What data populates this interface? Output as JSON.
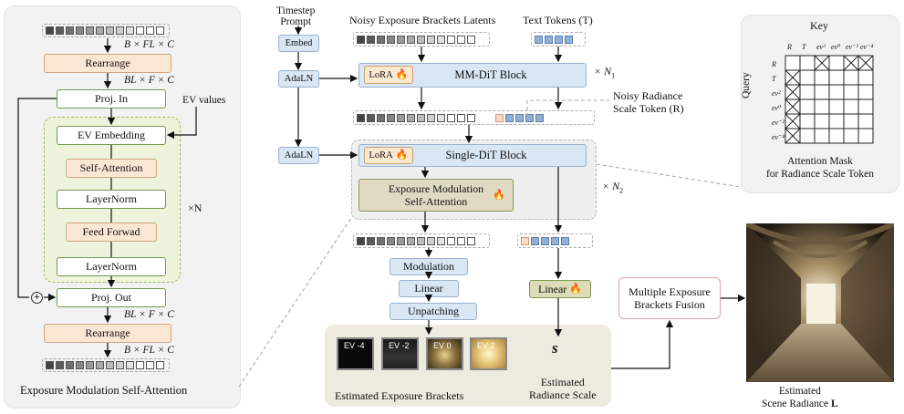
{
  "left_panel": {
    "dim_top": "B × FL × C",
    "rearrange_top": "Rearrange",
    "dim_mid1": "BL × F × C",
    "proj_in": "Proj. In",
    "ev_values": "EV values",
    "ev_embedding": "EV Embedding",
    "self_attention": "Self-Attention",
    "layernorm1": "LayerNorm",
    "repeat": "×N",
    "feed_forward": "Feed Forwad",
    "layernorm2": "LayerNorm",
    "plus": "+",
    "proj_out": "Proj. Out",
    "dim_mid2": "BL × F × C",
    "rearrange_bottom": "Rearrange",
    "dim_bottom": "B × FL × C",
    "caption": "Exposure Modulation Self-Attention"
  },
  "middle": {
    "timestep_prompt": [
      "Timestep",
      "Prompt"
    ],
    "embed": "Embed",
    "adaln1": "AdaLN",
    "adaln2": "AdaLN",
    "noisy_latents_label": "Noisy Exposure Brackets Latents",
    "text_tokens_label": "Text Tokens (T)",
    "lora1": "LoRA",
    "mmdit": "MM-DiT Block",
    "n1": "× N",
    "n1_sub": "1",
    "noisy_radiance_label": [
      "Noisy Radiance",
      "Scale Token (R)"
    ],
    "lora2": "LoRA",
    "single_dit": "Single-DiT Block",
    "exposure_mod": [
      "Exposure Modulation",
      "Self-Attention"
    ],
    "n2": "× N",
    "n2_sub": "2",
    "modulation": "Modulation",
    "linear1": "Linear",
    "unpatching": "Unpatching",
    "linear2": "Linear",
    "ev_thumbs": [
      "EV -4",
      "EV -2",
      "EV 0",
      "EV 2"
    ],
    "est_brackets": "Estimated Exposure Brackets",
    "s_symbol": "s",
    "est_radiance_scale": [
      "Estimated",
      "Radiance Scale"
    ],
    "fusion": [
      "Multiple Exposure",
      "Brackets Fusion"
    ],
    "scene_radiance": [
      "Estimated",
      "Scene Radiance"
    ],
    "scene_radiance_symbol": "L"
  },
  "key_panel": {
    "title": "Key",
    "col_labels": [
      "R",
      "T",
      "ev²",
      "ev⁰",
      "ev⁻²",
      "ev⁻⁴"
    ],
    "row_labels": [
      "R",
      "T",
      "ev²",
      "ev⁰",
      "ev⁻²",
      "ev⁻⁴"
    ],
    "query_label": "Query",
    "caption": [
      "Attention Mask",
      "for Radiance Scale Token"
    ],
    "mask_crossed": [
      [
        0,
        0,
        1,
        0,
        1,
        1
      ],
      [
        1,
        0,
        0,
        0,
        0,
        0
      ],
      [
        1,
        0,
        0,
        0,
        0,
        0
      ],
      [
        1,
        0,
        0,
        0,
        0,
        0
      ],
      [
        1,
        0,
        0,
        0,
        0,
        0
      ],
      [
        1,
        0,
        0,
        0,
        0,
        0
      ]
    ]
  },
  "colors": {
    "green_border": "#6f9a50",
    "orange_fill": "#fbe6d4",
    "blue_fill": "#d9e6f3",
    "olive_fill": "#e0dac3",
    "panel_fill": "#f2f2f2",
    "flame": "#f07a20"
  }
}
